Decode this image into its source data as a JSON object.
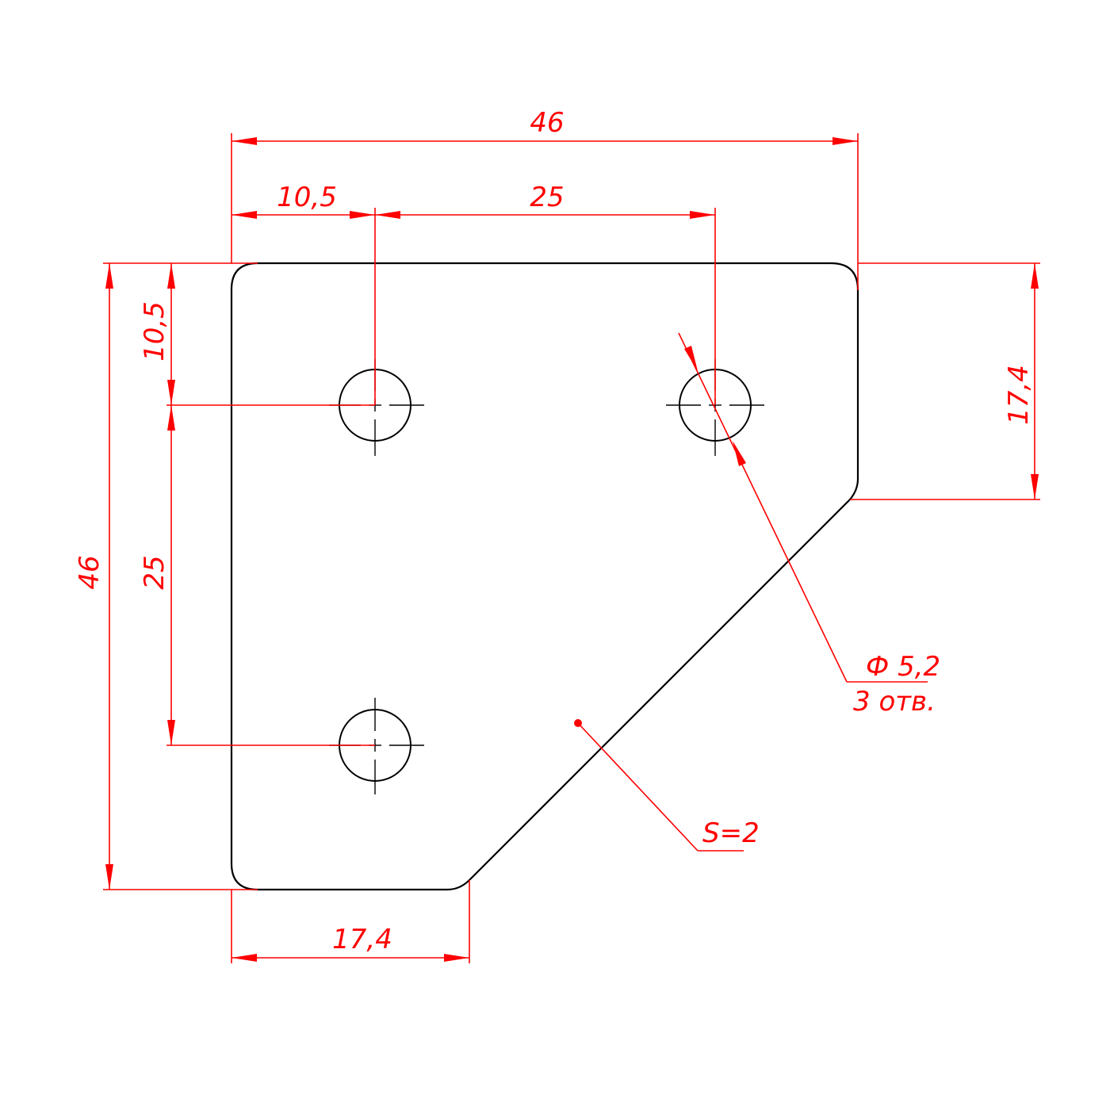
{
  "colors": {
    "outline": "#000000",
    "dimension": "#ff0000",
    "background": "#ffffff"
  },
  "dimensions": {
    "overall_width": "46",
    "hole_offset_x": "10,5",
    "hole_spacing_x": "25",
    "overall_height": "46",
    "hole_offset_y": "10,5",
    "hole_spacing_y": "25",
    "right_edge_height": "17,4",
    "bottom_edge_width": "17,4"
  },
  "callouts": {
    "hole_diameter": "Ф 5,2",
    "hole_count": "3 отв.",
    "thickness": "S=2"
  }
}
